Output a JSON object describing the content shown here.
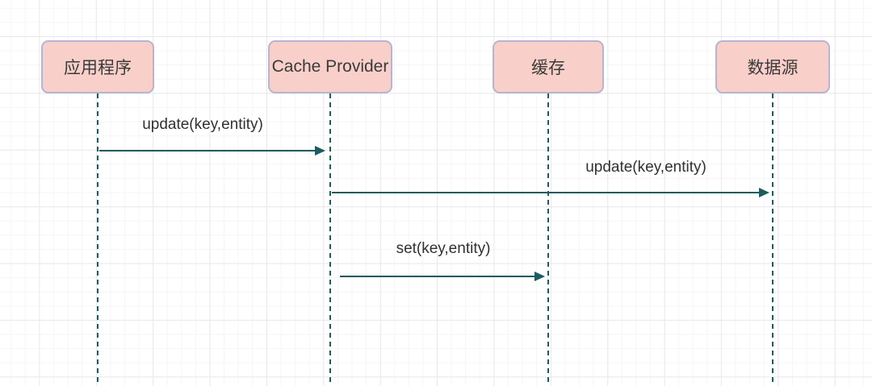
{
  "diagram": {
    "type": "sequence-diagram",
    "actors": [
      {
        "label": "应用程序"
      },
      {
        "label": "Cache Provider"
      },
      {
        "label": "缓存"
      },
      {
        "label": "数据源"
      }
    ],
    "messages": [
      {
        "from": "应用程序",
        "to": "Cache Provider",
        "label": "update(key,entity)"
      },
      {
        "from": "Cache Provider",
        "to": "数据源",
        "label": "update(key,entity)"
      },
      {
        "from": "Cache Provider",
        "to": "缓存",
        "label": "set(key,entity)"
      }
    ],
    "colors": {
      "actor_fill": "#f8cfc9",
      "actor_border": "#b7b3d3",
      "connector": "#1d5b5f",
      "message_text": "#313131",
      "actor_text": "#3b3b3b",
      "grid_major": "#e9e9eb",
      "grid_minor": "#f5f5f6"
    }
  }
}
